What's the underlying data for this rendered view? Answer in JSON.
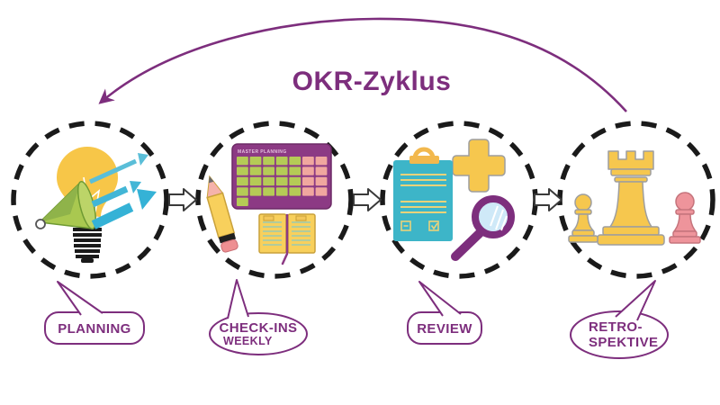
{
  "title": "OKR-Zyklus",
  "palette": {
    "purple": "#7d2e7d",
    "calendar_purple": "#8c3a84",
    "yellow": "#f6c74e",
    "pencil_yellow": "#f8d05c",
    "teal_arrow": "#3fb4d6",
    "teal_board": "#3db5c8",
    "green": "#a9c850",
    "green_cell": "#b5cb56",
    "salmon_cell": "#f0a79f",
    "pink_piece": "#ee949b",
    "lens_blue": "#cfe9f8",
    "dash_black": "#1a1a1a",
    "outline_gray": "#9e9e9e"
  },
  "stages": [
    {
      "id": "planning",
      "label": "PLANNING",
      "sublabel": "",
      "icons": [
        "lightbulb-icon",
        "megaphone-icon",
        "growth-arrows-icon"
      ]
    },
    {
      "id": "check-ins",
      "label": "CHECK-INS",
      "sublabel": "WEEKLY",
      "icons": [
        "calendar-icon",
        "pencil-icon",
        "notebook-icon"
      ],
      "calendar_title": "MASTER PLANNING"
    },
    {
      "id": "review",
      "label": "REVIEW",
      "sublabel": "",
      "icons": [
        "clipboard-icon",
        "plus-icon",
        "magnifier-icon"
      ]
    },
    {
      "id": "retrospektive",
      "label": "RETRO-",
      "sublabel": "SPEKTIVE",
      "icons": [
        "chess-rook-icon",
        "chess-pawn-icon",
        "chess-pawn-pink-icon"
      ]
    }
  ],
  "connectors": {
    "between_stages": "next-step-arrow",
    "cycle": "cycle-return-arrow"
  }
}
